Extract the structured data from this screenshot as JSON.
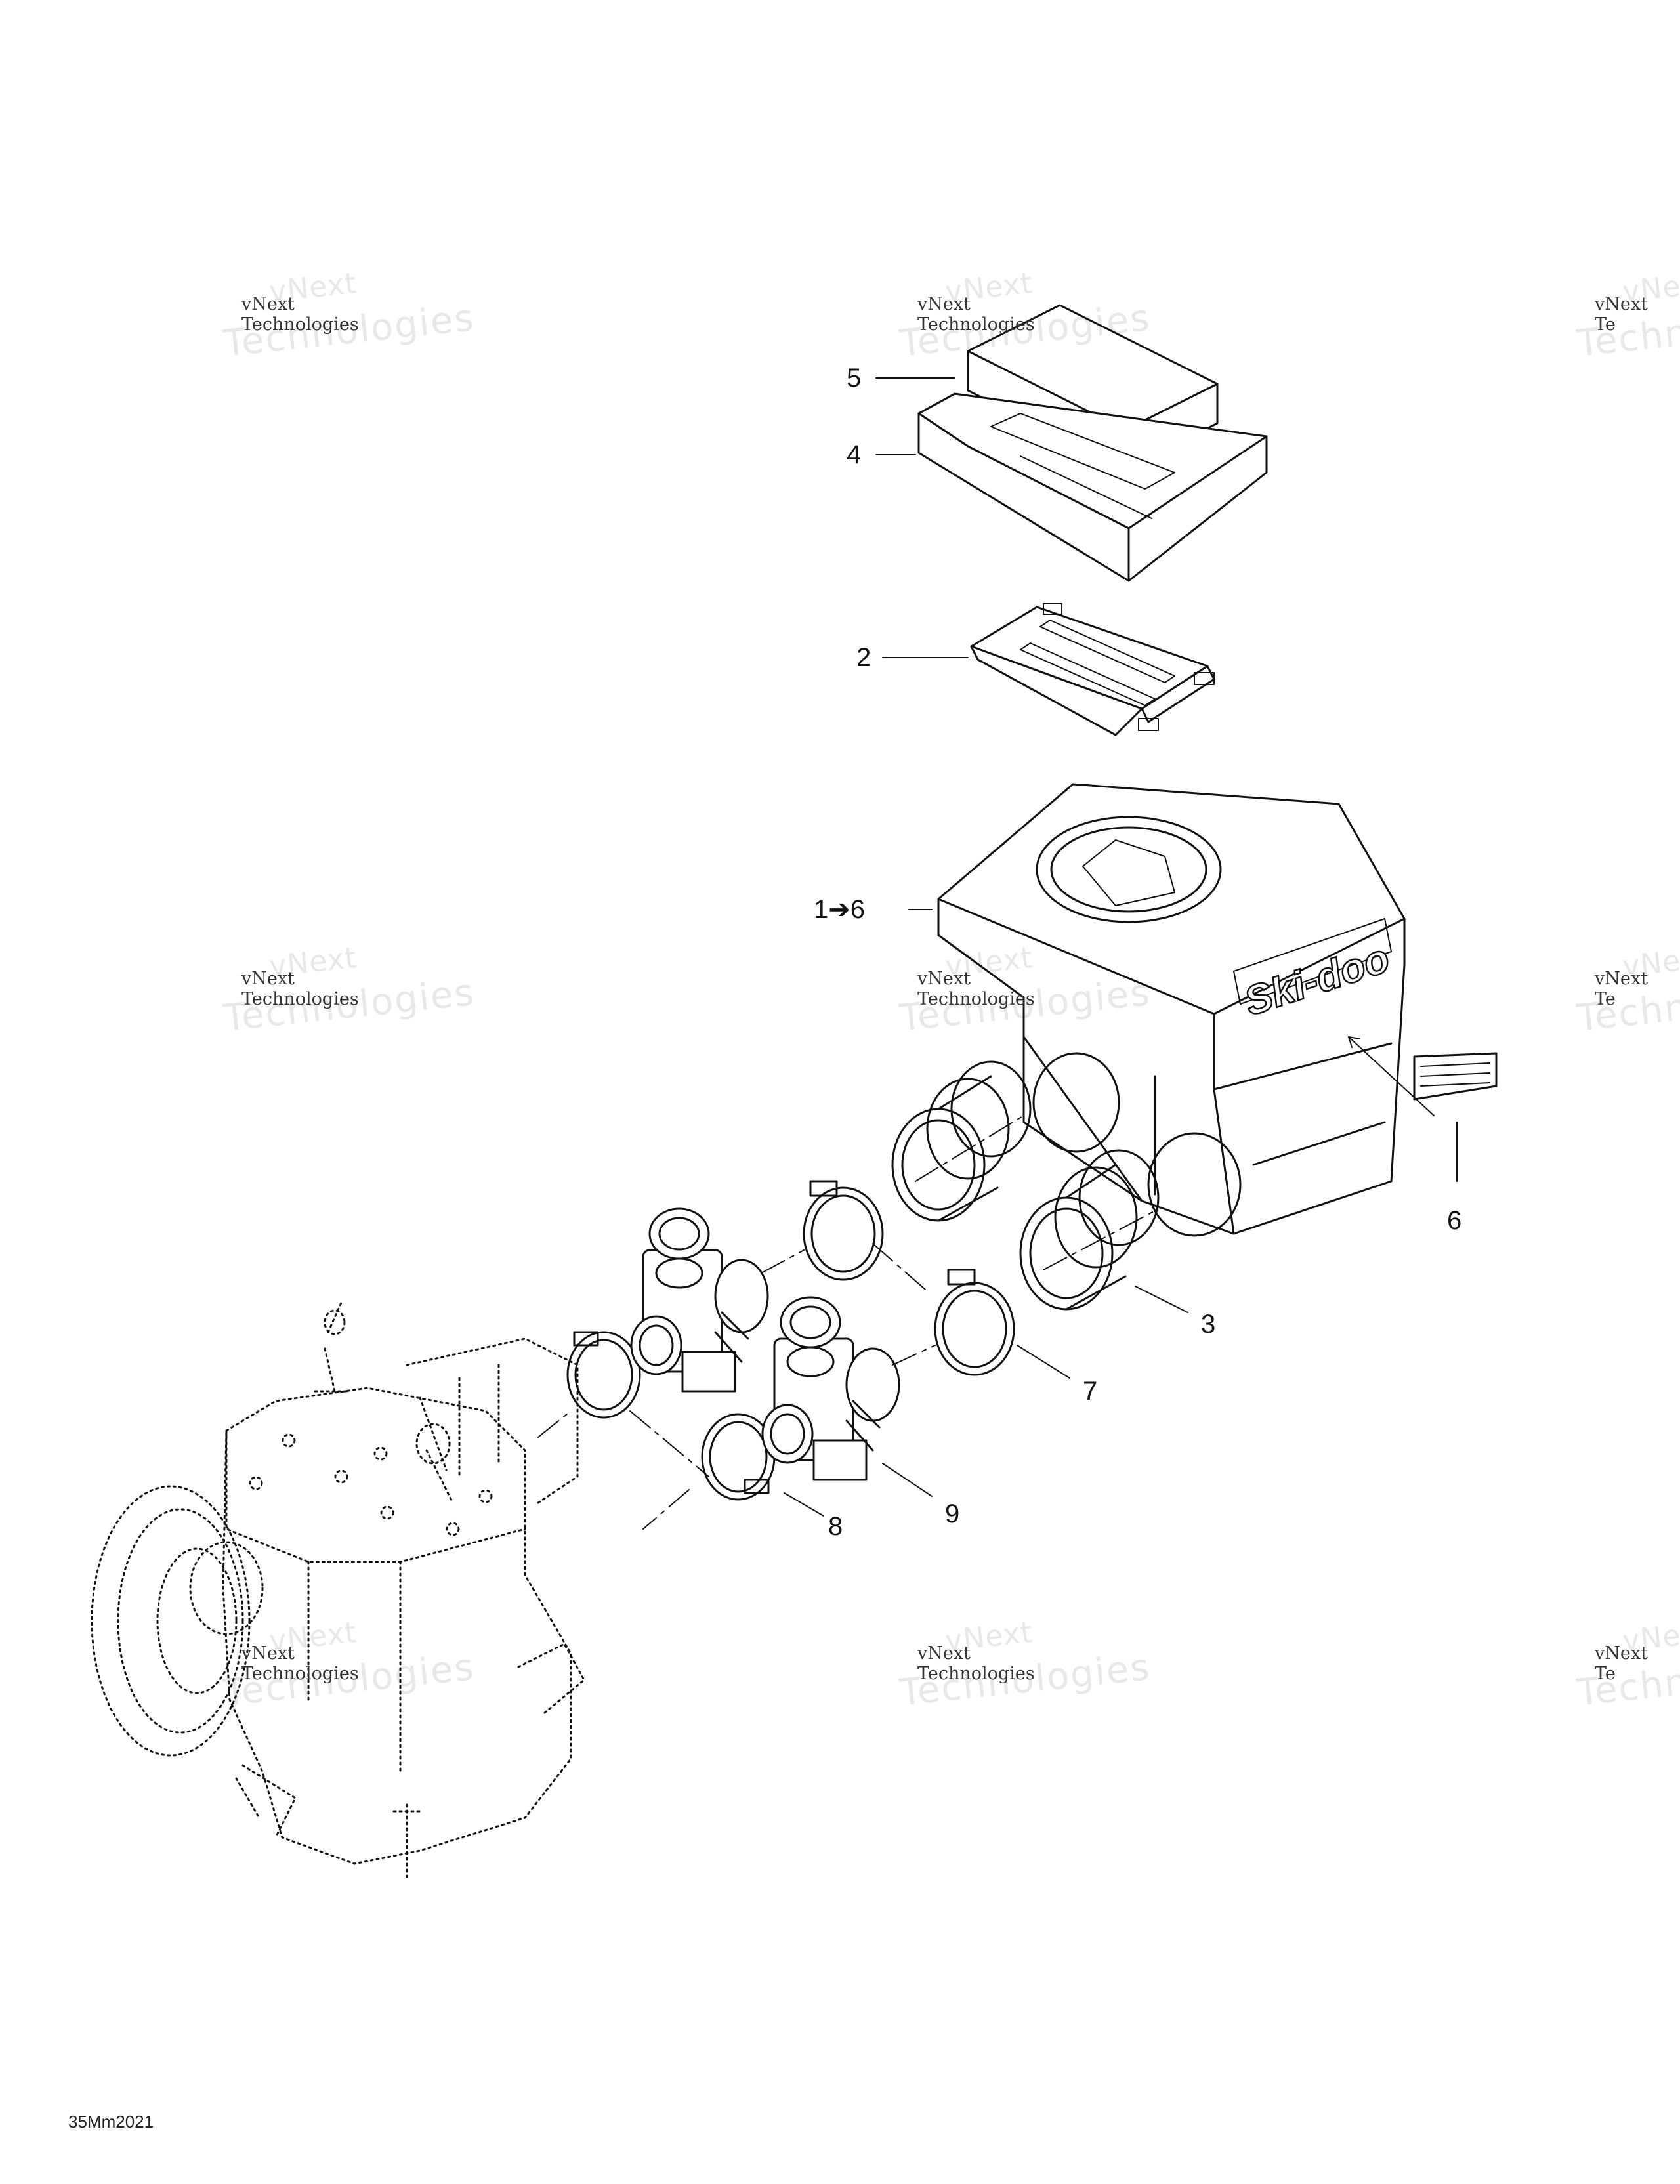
{
  "callouts": {
    "c5": "5",
    "c4": "4",
    "c2": "2",
    "c1_6": "1➔6",
    "c6": "6",
    "c3": "3",
    "c7": "7",
    "c8": "8",
    "c9": "9"
  },
  "watermark": {
    "brand": "vNext",
    "line": "vNext Technologies",
    "big": "Technologies",
    "line_partial": "vNext Te",
    "brand_partial": "vNe",
    "big_partial": "Techno"
  },
  "decal_text": "Ski-doo",
  "doc_id": "35Mm2021"
}
